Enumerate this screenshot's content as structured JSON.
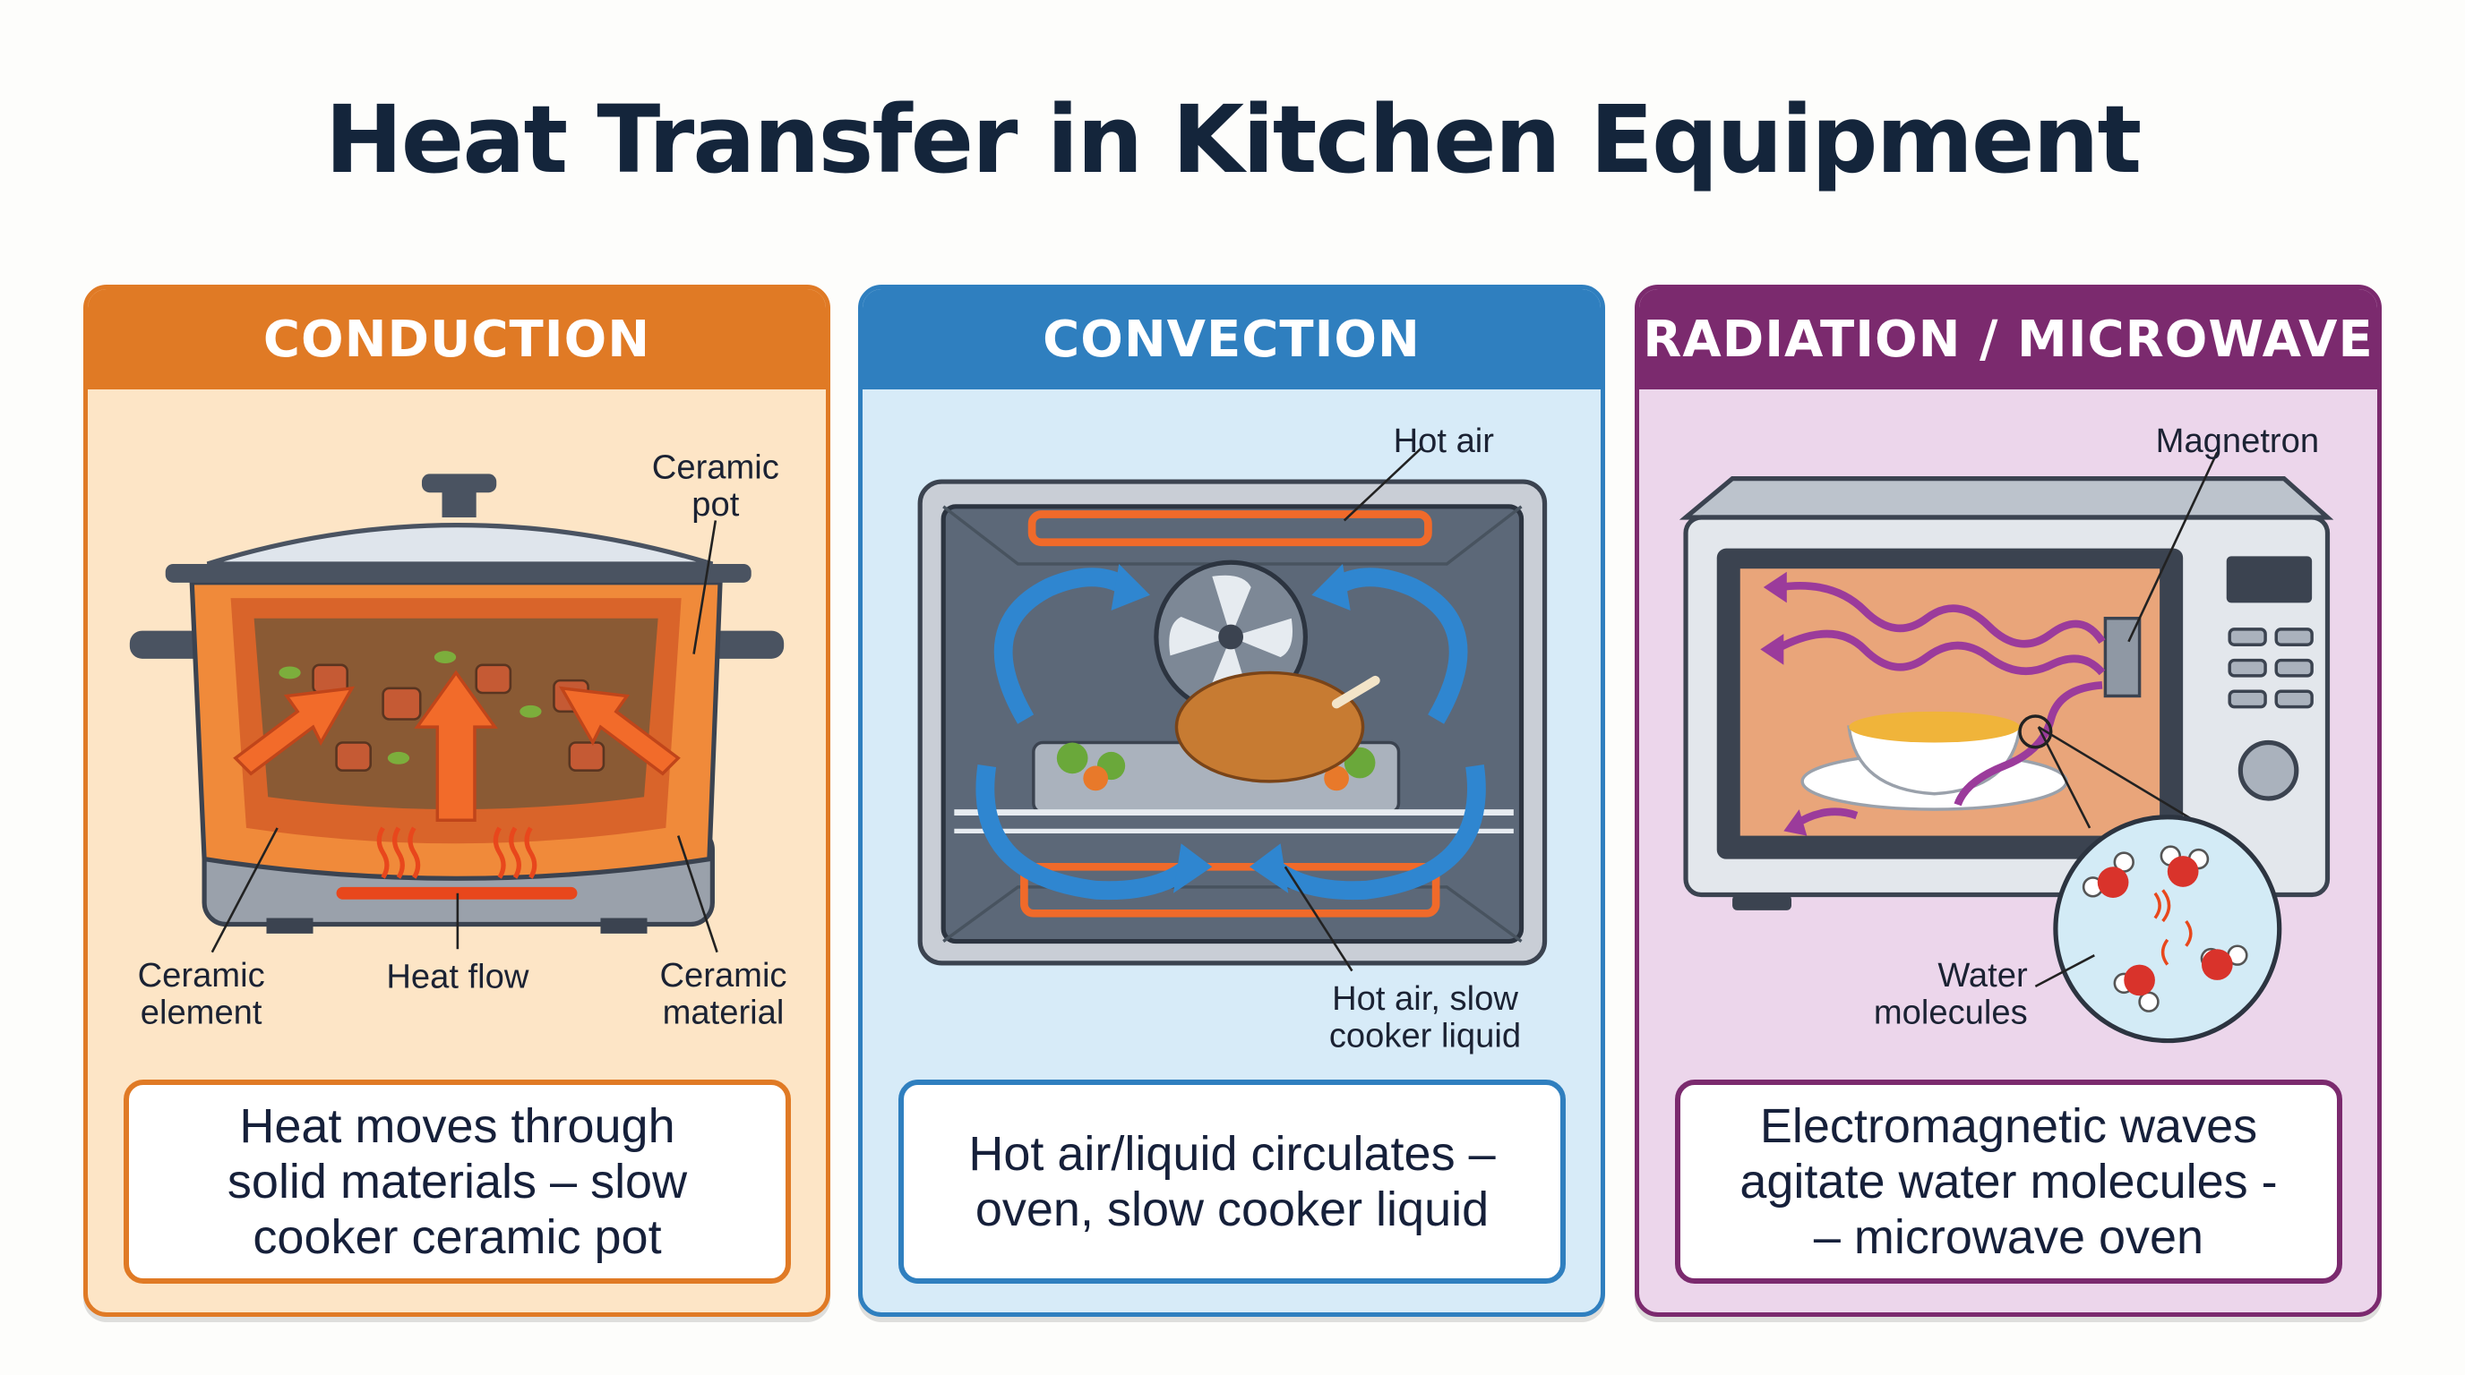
{
  "title": "Heat Transfer in Kitchen Equipment",
  "panels": [
    {
      "heading": "CONDUCTION",
      "color": "#e07a25",
      "labels": {
        "ceramic_pot": [
          "Ceramic",
          "pot"
        ],
        "ceramic_element": [
          "Ceramic",
          "element"
        ],
        "heat_flow": "Heat flow",
        "ceramic_material": [
          "Ceramic",
          "material"
        ]
      },
      "caption": [
        "Heat moves through",
        "solid materials – slow",
        "cooker ceramic pot"
      ]
    },
    {
      "heading": "CONVECTION",
      "color": "#2f7fbf",
      "labels": {
        "hot_air": "Hot air",
        "hot_air_liquid": [
          "Hot air, slow",
          "cooker liquid"
        ]
      },
      "caption": [
        "Hot air/liquid circulates –",
        "oven, slow cooker liquid"
      ]
    },
    {
      "heading": "RADIATION / MICROWAVE",
      "color": "#7b2a6e",
      "labels": {
        "magnetron": "Magnetron",
        "water_molecules": [
          "Water",
          "molecules"
        ]
      },
      "caption": [
        "Electromagnetic waves",
        "agitate water molecules -",
        "– microwave oven"
      ]
    }
  ]
}
